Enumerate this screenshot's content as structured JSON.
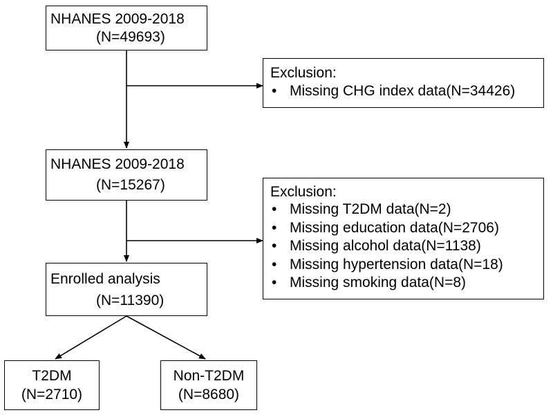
{
  "box1": {
    "line1": "NHANES 2009-2018",
    "line2": "(N=49693)"
  },
  "exclusion1": {
    "title": "Exclusion:",
    "items": [
      "Missing CHG index data(N=34426)"
    ]
  },
  "box2": {
    "line1": "NHANES 2009-2018",
    "line2": "(N=15267)"
  },
  "exclusion2": {
    "title": "Exclusion:",
    "items": [
      "Missing T2DM data(N=2)",
      "Missing education data(N=2706)",
      "Missing alcohol data(N=1138)",
      "Missing hypertension data(N=18)",
      "Missing smoking data(N=8)"
    ]
  },
  "box3": {
    "line1": "Enrolled analysis",
    "line2": "(N=11390)"
  },
  "box_t2dm": {
    "line1": "T2DM",
    "line2": "(N=2710)"
  },
  "box_non_t2dm": {
    "line1": "Non-T2DM",
    "line2": "(N=8680)"
  },
  "bullet_glyph": "•"
}
